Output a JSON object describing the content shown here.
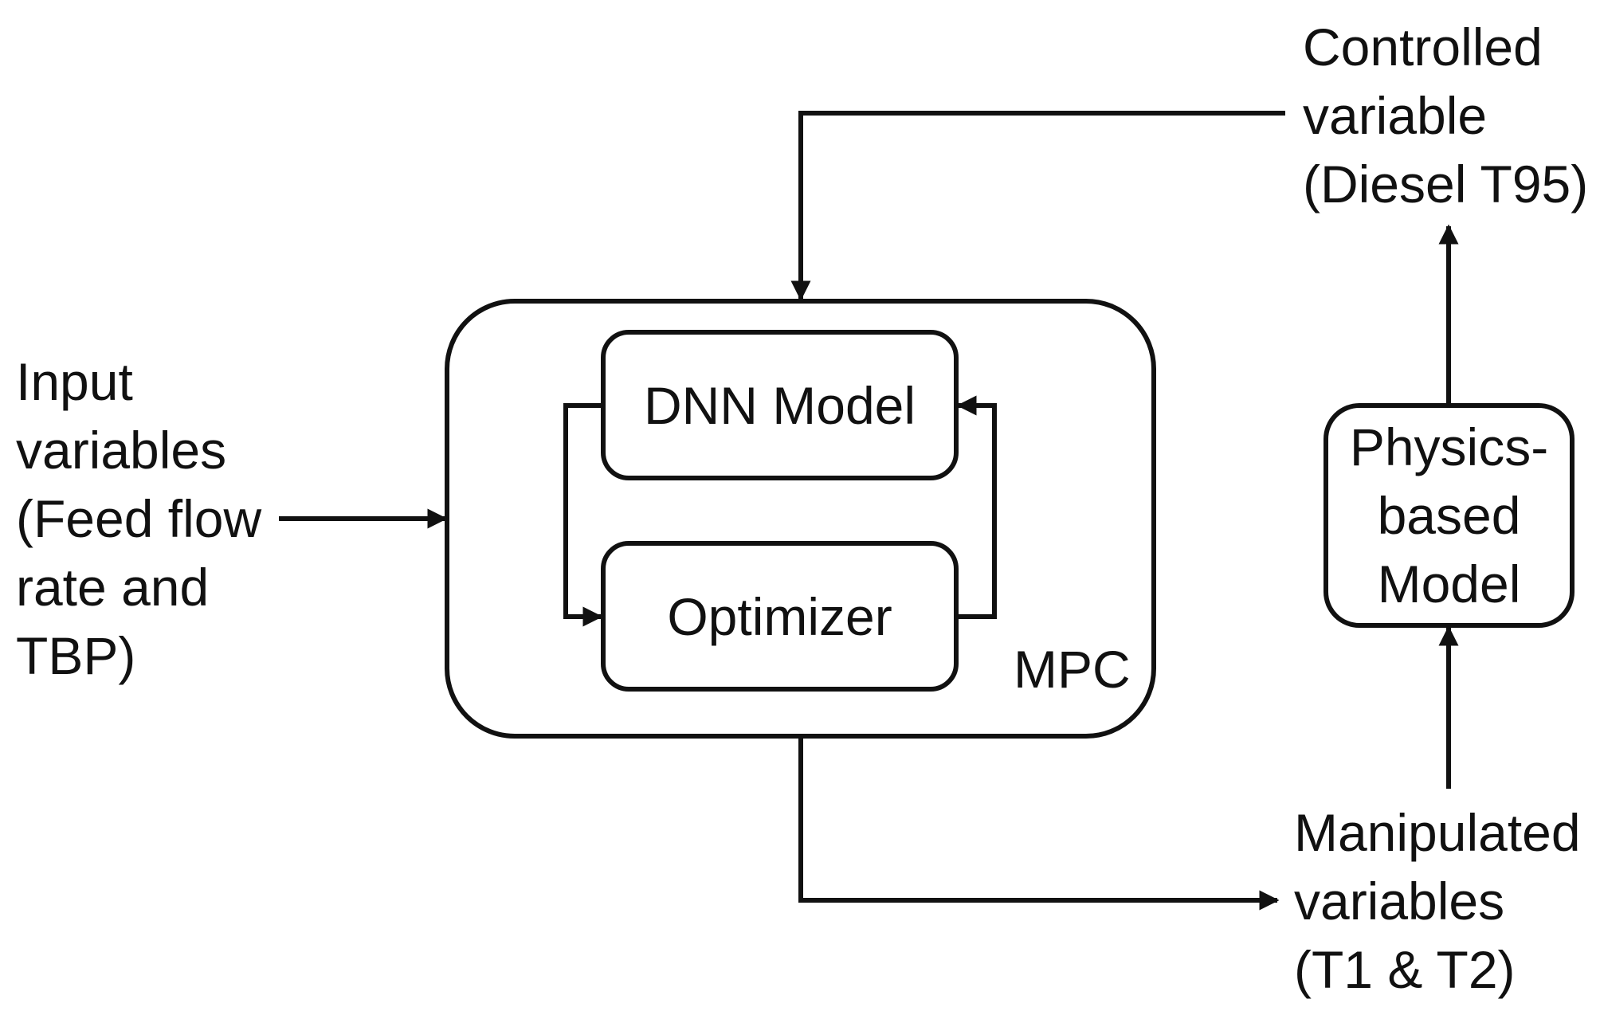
{
  "diagram": {
    "input": {
      "line1": "Input",
      "line2": "variables",
      "line3": "(Feed flow",
      "line4": "rate and",
      "line5": "TBP)"
    },
    "controlled": {
      "line1": "Controlled",
      "line2": "variable",
      "line3": "(Diesel T95)"
    },
    "manipulated": {
      "line1": "Manipulated",
      "line2": "variables",
      "line3": "(T1 & T2)"
    },
    "mpc_label": "MPC",
    "dnn_label": "DNN Model",
    "optimizer_label": "Optimizer",
    "physics": {
      "line1": "Physics-",
      "line2": "based",
      "line3": "Model"
    }
  }
}
